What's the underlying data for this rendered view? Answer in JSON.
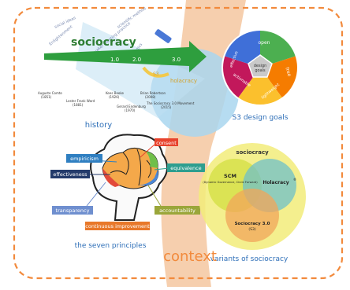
{
  "title": "context",
  "history": {
    "label": "history",
    "arrow_title": "sociocracy",
    "versions": [
      "1.0",
      "2.0",
      "3.0"
    ],
    "era_labels": [
      "social ideas",
      "Enlightenment",
      "scientific method",
      "Quaker meeting practice",
      "cybernetics"
    ],
    "holacracy_label": "holacracy",
    "s3_label": "S3",
    "people": [
      {
        "name": "Auguste Comte",
        "year": "(1851)"
      },
      {
        "name": "Lester Frank Ward",
        "year": "(1881)"
      },
      {
        "name": "Kees Boeke",
        "year": "(1926)"
      },
      {
        "name": "Gerard Endenburg",
        "year": "(1970)"
      },
      {
        "name": "Brian Robertson",
        "year": "(2008)"
      },
      {
        "name": "The Sociocracy 3.0 Movement",
        "year": "(2015)"
      }
    ]
  },
  "design_goals": {
    "label": "S3 design goals",
    "center": "design goals",
    "segments": [
      {
        "label": "open",
        "color": "#4caf50"
      },
      {
        "label": "free",
        "color": "#f57c00"
      },
      {
        "label": "lightweight",
        "color": "#fbc02d"
      },
      {
        "label": "actionable",
        "color": "#c2185b"
      },
      {
        "label": "effective",
        "color": "#3f6fd8"
      }
    ]
  },
  "principles": {
    "label": "the seven principles",
    "items": [
      {
        "label": "empiricism",
        "color": "#2f7fc1"
      },
      {
        "label": "consent",
        "color": "#e8432d"
      },
      {
        "label": "equivalence",
        "color": "#2e9e8f"
      },
      {
        "label": "effectiveness",
        "color": "#243b6b"
      },
      {
        "label": "accountability",
        "color": "#9aa63a"
      },
      {
        "label": "transparency",
        "color": "#6f8fcf"
      },
      {
        "label": "continuous improvement",
        "color": "#e8782a"
      }
    ]
  },
  "variants": {
    "label": "variants of sociocracy",
    "outer": "sociocracy",
    "circles": [
      {
        "label": "SCM",
        "sub": "(Dynamic Governance, Circle Forward)"
      },
      {
        "label": "Holacracy",
        "sub": "®"
      },
      {
        "label": "Sociocracy 3.0",
        "sub": "(S3)"
      }
    ]
  },
  "colors": {
    "frame": "#f28a3c",
    "blue_band": "#a9d6ee",
    "context_text": "#f28a3c",
    "arrow": "#2e9e3e",
    "title_text": "#2e6fb8"
  }
}
